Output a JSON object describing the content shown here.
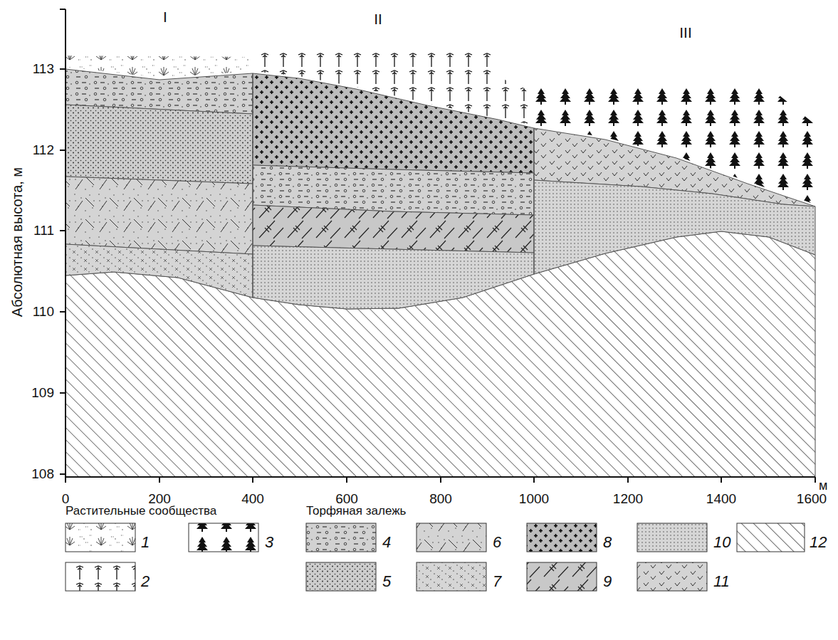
{
  "diagram": {
    "labels": [
      "I",
      "II",
      "III",
      "Абсолютная высота, м",
      "113",
      "112",
      "111",
      "110",
      "109",
      "108",
      "0",
      "200",
      "400",
      "600",
      "800",
      "1000",
      "1200",
      "1400",
      "1600",
      "м",
      "Растительные сообщества",
      "Торфяная залежь"
    ],
    "legend": [
      {
        "text": "1"
      },
      {
        "text": "2"
      },
      {
        "text": "3"
      },
      {
        "text": "4"
      },
      {
        "text": "5"
      },
      {
        "text": "6"
      },
      {
        "text": "7"
      },
      {
        "text": "8"
      },
      {
        "text": "9"
      },
      {
        "text": "10"
      },
      {
        "text": "11"
      },
      {
        "text": "12"
      }
    ]
  }
}
